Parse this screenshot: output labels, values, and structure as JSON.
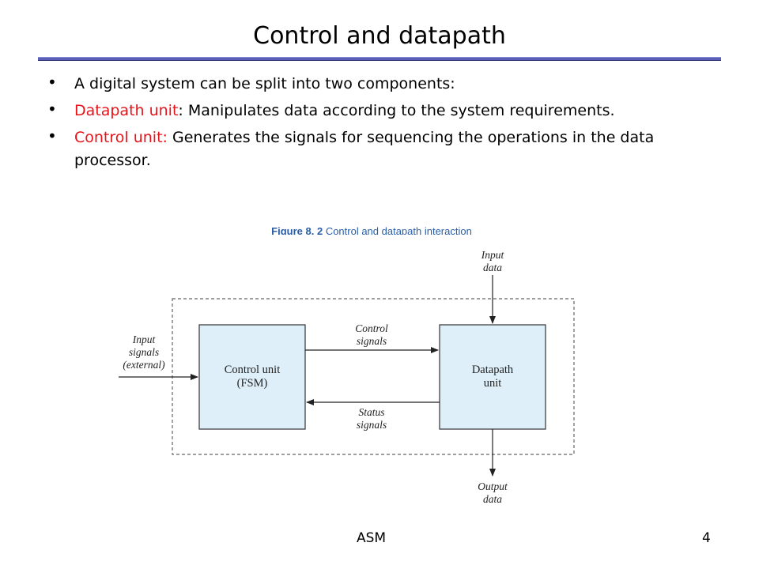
{
  "slide": {
    "title": "Control and datapath",
    "bullets": [
      {
        "highlight": "",
        "text": "A digital system can be split into two components:"
      },
      {
        "highlight": "Datapath unit",
        "text": ": Manipulates data according to the system requirements."
      },
      {
        "highlight": "Control unit:",
        "text": " Generates the signals for sequencing the operations in the data processor."
      }
    ],
    "figure_caption": {
      "number": "Figure 8. 2",
      "text": "Control and datapath interaction"
    },
    "footer": {
      "center": "ASM",
      "page_number": "4"
    }
  },
  "diagram": {
    "control_box": {
      "line1": "Control unit",
      "line2": "(FSM)"
    },
    "datapath_box": {
      "line1": "Datapath",
      "line2": "unit"
    },
    "input_signals": [
      "Input",
      "signals",
      "(external)"
    ],
    "control_signals": [
      "Control",
      "signals"
    ],
    "status_signals": [
      "Status",
      "signals"
    ],
    "input_data": [
      "Input",
      "data"
    ],
    "output_data": [
      "Output",
      "data"
    ]
  },
  "colors": {
    "bullet_highlight": "#e8131a",
    "box_fill": "#deeffa",
    "title_rule": "#5b5fb5",
    "caption": "#2a5fa8"
  }
}
